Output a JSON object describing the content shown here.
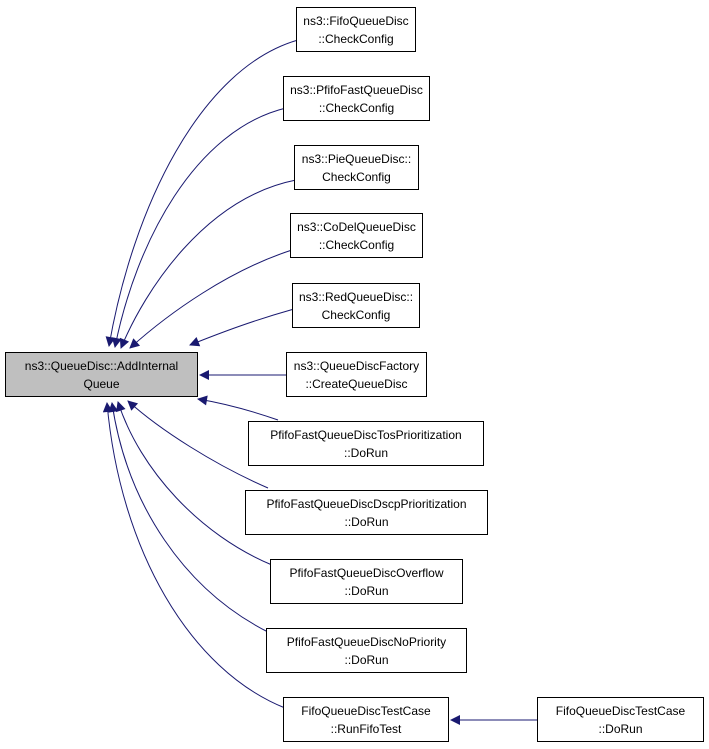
{
  "colors": {
    "edge": "#191970",
    "root_fill": "#bfbfbf",
    "node_fill": "#ffffff",
    "border": "#000000"
  },
  "root": {
    "id": "root",
    "lines": [
      "ns3::QueueDisc::AddInternal",
      "Queue"
    ]
  },
  "callers": [
    {
      "id": "n1",
      "lines": [
        "ns3::FifoQueueDisc",
        "::CheckConfig"
      ]
    },
    {
      "id": "n2",
      "lines": [
        "ns3::PfifoFastQueueDisc",
        "::CheckConfig"
      ]
    },
    {
      "id": "n3",
      "lines": [
        "ns3::PieQueueDisc::",
        "CheckConfig"
      ]
    },
    {
      "id": "n4",
      "lines": [
        "ns3::CoDelQueueDisc",
        "::CheckConfig"
      ]
    },
    {
      "id": "n5",
      "lines": [
        "ns3::RedQueueDisc::",
        "CheckConfig"
      ]
    },
    {
      "id": "n6",
      "lines": [
        "ns3::QueueDiscFactory",
        "::CreateQueueDisc"
      ]
    },
    {
      "id": "n7",
      "lines": [
        "PfifoFastQueueDiscTosPrioritization",
        "::DoRun"
      ]
    },
    {
      "id": "n8",
      "lines": [
        "PfifoFastQueueDiscDscpPrioritization",
        "::DoRun"
      ]
    },
    {
      "id": "n9",
      "lines": [
        "PfifoFastQueueDiscOverflow",
        "::DoRun"
      ]
    },
    {
      "id": "n10",
      "lines": [
        "PfifoFastQueueDiscNoPriority",
        "::DoRun"
      ]
    },
    {
      "id": "n11",
      "lines": [
        "FifoQueueDiscTestCase",
        "::RunFifoTest"
      ]
    },
    {
      "id": "n12",
      "lines": [
        "FifoQueueDiscTestCase",
        "::DoRun"
      ]
    }
  ],
  "edges": [
    {
      "from": "n1",
      "to": "root"
    },
    {
      "from": "n2",
      "to": "root"
    },
    {
      "from": "n3",
      "to": "root"
    },
    {
      "from": "n4",
      "to": "root"
    },
    {
      "from": "n5",
      "to": "root"
    },
    {
      "from": "n6",
      "to": "root"
    },
    {
      "from": "n7",
      "to": "root"
    },
    {
      "from": "n8",
      "to": "root"
    },
    {
      "from": "n9",
      "to": "root"
    },
    {
      "from": "n10",
      "to": "root"
    },
    {
      "from": "n11",
      "to": "root"
    },
    {
      "from": "n12",
      "to": "n11"
    }
  ]
}
